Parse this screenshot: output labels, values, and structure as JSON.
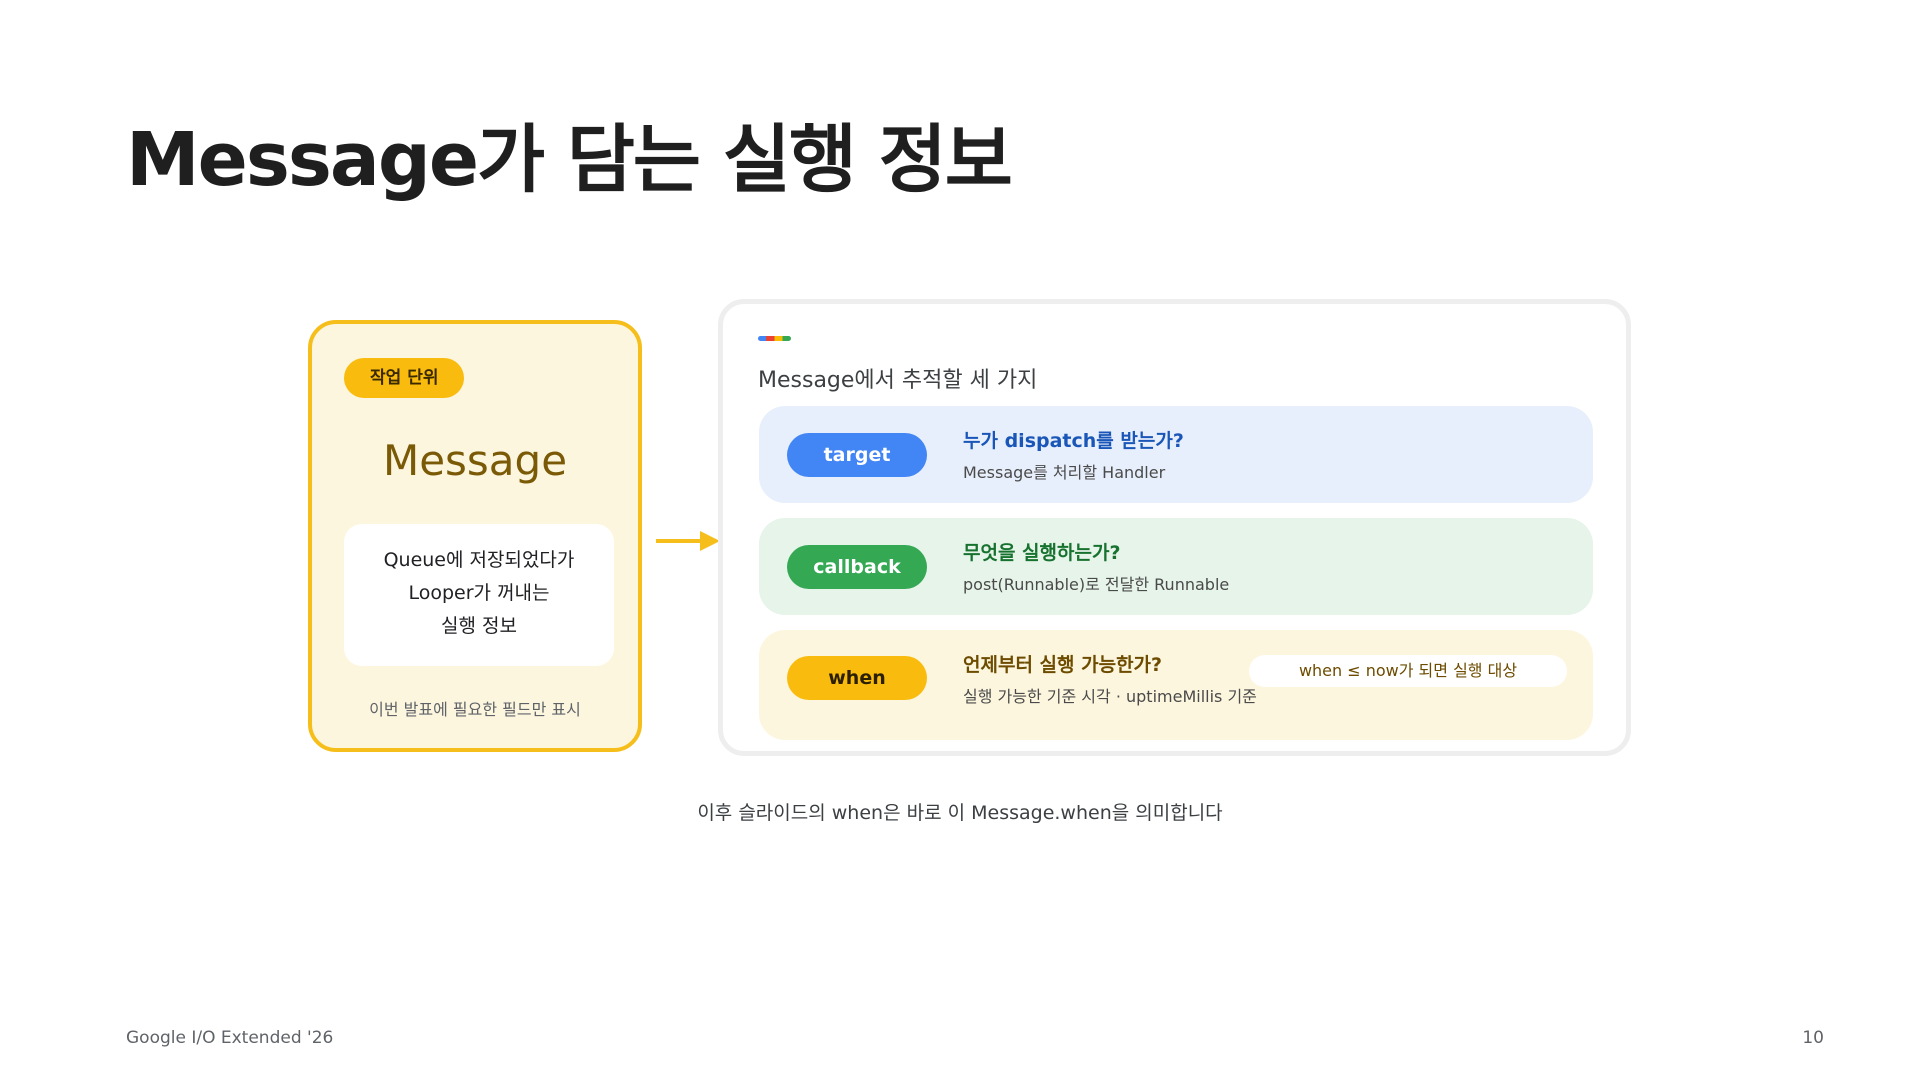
{
  "slide": {
    "title": "Message가 담는 실행 정보",
    "caption": "이후 슬라이드의 when은 바로 이 Message.when을 의미합니다",
    "footer_left": "Google I/O Extended '26",
    "page_number": "10"
  },
  "message_card": {
    "chip": "작업 단위",
    "name": "Message",
    "description_lines": [
      "Queue에 저장되었다가",
      "Looper가 꺼내는",
      "실행 정보"
    ],
    "note": "이번 발표에 필요한 필드만 표시"
  },
  "fields_panel": {
    "heading": "Message에서 추적할 세 가지",
    "rows": [
      {
        "label": "target",
        "question": "누가 dispatch를 받는가?",
        "answer": "Message를 처리할 Handler"
      },
      {
        "label": "callback",
        "question": "무엇을 실행하는가?",
        "answer": "post(Runnable)로 전달한 Runnable"
      },
      {
        "label": "when",
        "question": "언제부터 실행 가능한가?",
        "answer": "실행 가능한 기준 시각 · uptimeMillis 기준",
        "hint": "when ≤ now가 되면 실행 대상"
      }
    ]
  },
  "colors": {
    "target": "#4285f4",
    "callback": "#34a853",
    "when": "#f9bc0e",
    "card_border": "#f6be1a"
  },
  "icons": {
    "arrow": "arrow-right-icon",
    "accent": "google-color-bar"
  }
}
